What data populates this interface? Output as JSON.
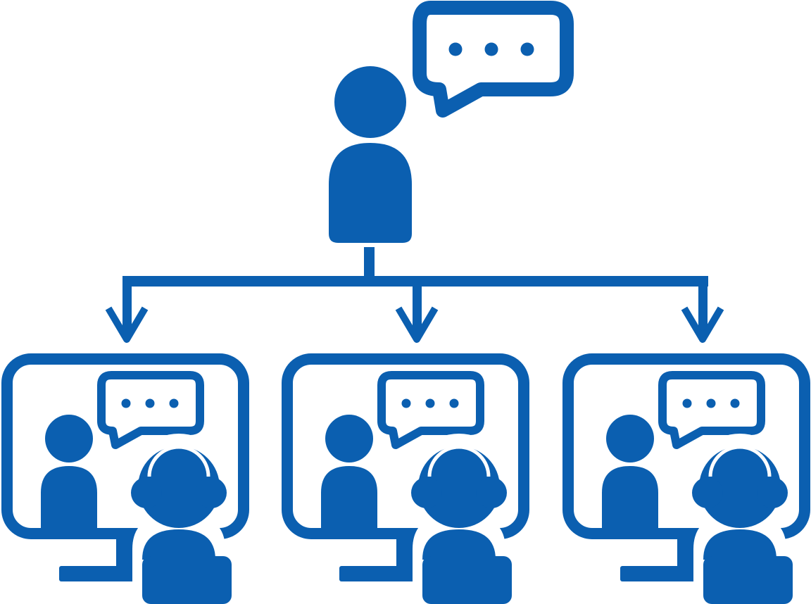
{
  "colors": {
    "primary": "#0b5fb0",
    "background": "#ffffff"
  },
  "presenter": {
    "icon": "presenter-person-icon",
    "speech_icon": "speech-bubble-ellipsis-icon"
  },
  "connector": {
    "icon": "branch-arrows-icon",
    "branches": 3
  },
  "stations": [
    {
      "id": "left",
      "monitor_icon": "monitor-icon",
      "remote_icon": "person-icon",
      "viewer_icon": "headset-person-icon",
      "speech_icon": "speech-bubble-ellipsis-icon"
    },
    {
      "id": "middle",
      "monitor_icon": "monitor-icon",
      "remote_icon": "person-icon",
      "viewer_icon": "headset-person-icon",
      "speech_icon": "speech-bubble-ellipsis-icon"
    },
    {
      "id": "right",
      "monitor_icon": "monitor-icon",
      "remote_icon": "person-icon",
      "viewer_icon": "headset-person-icon",
      "speech_icon": "speech-bubble-ellipsis-icon"
    }
  ]
}
